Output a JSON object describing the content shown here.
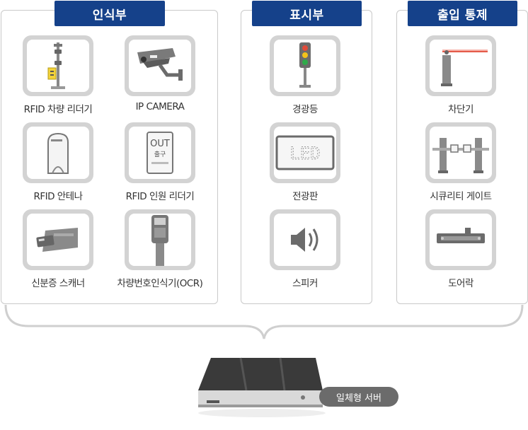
{
  "groups": {
    "recognition": {
      "title": "인식부",
      "items": [
        {
          "label": "RFID 차량 리더기",
          "icon": "rfid-vehicle-reader-icon"
        },
        {
          "label": "IP CAMERA",
          "icon": "ip-camera-icon"
        },
        {
          "label": "RFID 안테나",
          "icon": "rfid-antenna-icon"
        },
        {
          "label": "RFID 인원 리더기",
          "icon": "rfid-personnel-reader-icon"
        },
        {
          "label": "신분증 스캐너",
          "icon": "id-card-scanner-icon"
        },
        {
          "label": "차량번호인식기(OCR)",
          "icon": "license-plate-ocr-icon"
        }
      ]
    },
    "display": {
      "title": "표시부",
      "items": [
        {
          "label": "경광등",
          "icon": "warning-light-icon"
        },
        {
          "label": "전광판",
          "icon": "led-signboard-icon"
        },
        {
          "label": "스피커",
          "icon": "speaker-icon"
        }
      ]
    },
    "access": {
      "title": "출입 통제",
      "items": [
        {
          "label": "차단기",
          "icon": "barrier-gate-icon"
        },
        {
          "label": "시큐리티 게이트",
          "icon": "security-gate-icon"
        },
        {
          "label": "도어락",
          "icon": "door-lock-icon"
        }
      ]
    }
  },
  "device_text": {
    "out_sign": "OUT",
    "exit_sign": "출구",
    "led_sign": "LED"
  },
  "server": {
    "label": "일체형 서버",
    "icon": "integrated-server-icon"
  },
  "colors": {
    "title_bg": "#15418a",
    "tile_border": "#d3d3d3",
    "icon_gray": "#7a7a7a",
    "accent_yellow": "#f2d23a",
    "label_pill": "#6b6b6b"
  }
}
